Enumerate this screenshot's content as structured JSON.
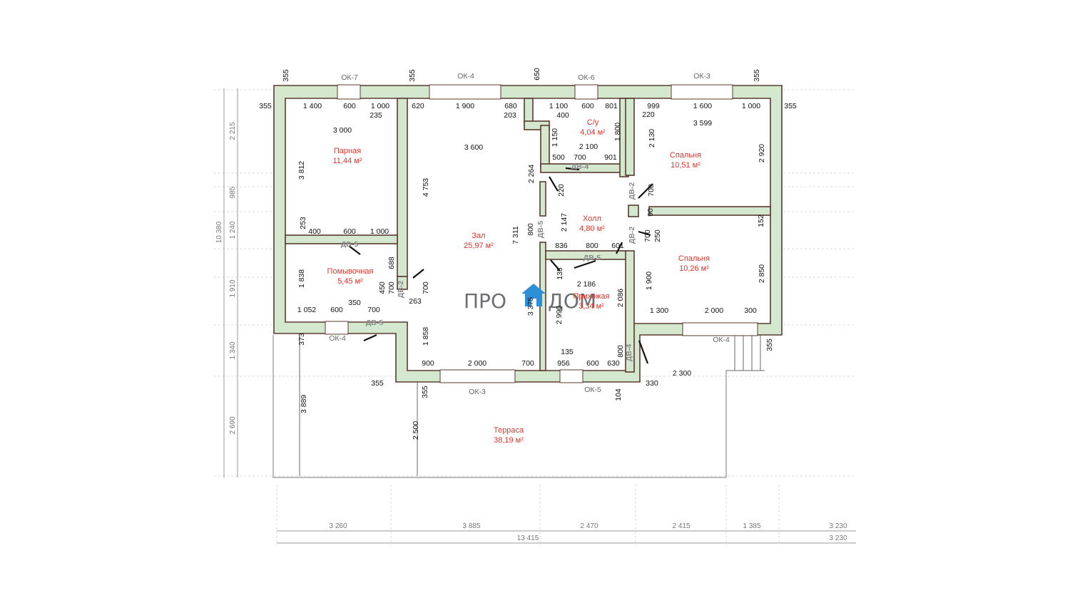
{
  "logo": {
    "left": "ПРО",
    "right": "ДОМ",
    "colors": {
      "text": "#6d6f72",
      "house": "#2f8fd6"
    }
  },
  "colors": {
    "wall_fill": "#d4e8d0",
    "wall_line": "#5a3a2e",
    "room_label": "#e0342a"
  },
  "rooms": [
    {
      "name": "Парная",
      "area": "11,44 м²"
    },
    {
      "name": "Зал",
      "area": "25,97 м²"
    },
    {
      "name": "С/у",
      "area": "4,04 м²"
    },
    {
      "name": "Спальня",
      "area": "10,51 м²"
    },
    {
      "name": "Холл",
      "area": "4,80 м²"
    },
    {
      "name": "Помывочная",
      "area": "5,45 м²"
    },
    {
      "name": "Прихожая",
      "area": "3,34 м²"
    },
    {
      "name": "Спальня",
      "area": "10,26 м²"
    },
    {
      "name": "Терраса",
      "area": "38,19 м²"
    }
  ],
  "windows": [
    "ОК-7",
    "ОК-4",
    "ОК-6",
    "ОК-3",
    "ОК-4",
    "ОК-4",
    "ОК-3",
    "ОК-5"
  ],
  "doors": [
    "ДВ-4",
    "ДВ-2",
    "ДВ-5",
    "ДВ-5",
    "ДВ-2",
    "ДВ-5",
    "ДВ-2",
    "ДВ-5",
    "ДВ-4"
  ],
  "dimensions": [
    "355",
    "355",
    "650",
    "355",
    "355",
    "1 400",
    "600",
    "1 000",
    "235",
    "620",
    "1 900",
    "680",
    "203",
    "1 100",
    "400",
    "600",
    "801",
    "220",
    "999",
    "1 600",
    "1 000",
    "355",
    "3 000",
    "3 600",
    "1 150",
    "1 800",
    "3 599",
    "2 100",
    "500",
    "700",
    "901",
    "2 130",
    "2 920",
    "3 812",
    "4 753",
    "2 264",
    "220",
    "700",
    "253",
    "400",
    "600",
    "1 000",
    "7 311",
    "800",
    "2 147",
    "836",
    "800",
    "601",
    "90",
    "152",
    "700",
    "250",
    "688",
    "1 838",
    "450",
    "700",
    "700",
    "135",
    "1 900",
    "2 850",
    "2 186",
    "2 086",
    "263",
    "1 052",
    "600",
    "350",
    "700",
    "2 990",
    "1 300",
    "2 000",
    "300",
    "1 858",
    "373",
    "3 375",
    "135",
    "800",
    "355",
    "900",
    "2 000",
    "700",
    "956",
    "600",
    "630",
    "2 300",
    "355",
    "355",
    "104",
    "330",
    "3 889",
    "2 500"
  ],
  "overall": {
    "vertical": [
      "2 215",
      "985",
      "1 240",
      "1 910",
      "1 340",
      "2 690",
      "10 380"
    ],
    "bottom_row1": [
      "3 260",
      "3 885",
      "2 470",
      "2 415",
      "1 385",
      "3 230"
    ],
    "bottom_row2": [
      "13 415",
      "3 230"
    ]
  }
}
